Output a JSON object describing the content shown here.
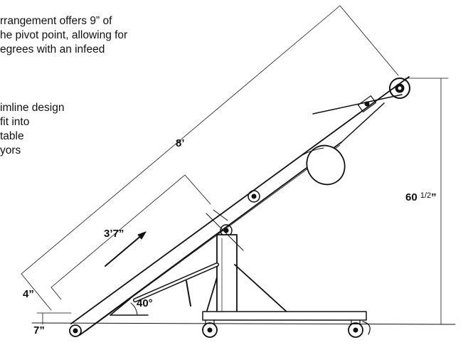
{
  "paragraph_1": {
    "lines": [
      "rrangement offers 9” of",
      "he pivot point, allowing for",
      "egrees with an infeed"
    ]
  },
  "paragraph_2": {
    "lines": [
      "imline design",
      "fit into",
      "table",
      "yors"
    ]
  },
  "dimensions": {
    "length_total": "8’",
    "length_section": "3’7”",
    "offset": "4”",
    "infeed_height": "7”",
    "angle": "40°",
    "height_main": "60",
    "height_fraction": "1/2",
    "height_unit": "”"
  }
}
